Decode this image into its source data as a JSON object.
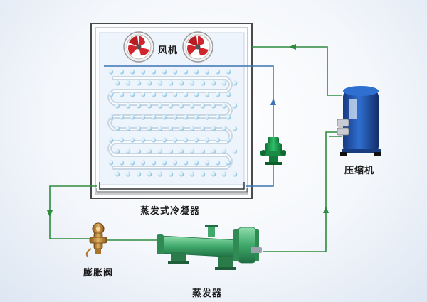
{
  "labels": {
    "fan": "风机",
    "condenser": "蒸发式冷凝器",
    "compressor": "压缩机",
    "expansion_valve": "膨胀阀",
    "evaporator": "蒸发器"
  },
  "colors": {
    "refrigerant_line": "#2e8b3e",
    "water_line": "#3a74b4",
    "fan_blade": "#d0252c",
    "compressor_body": "#1f4fa8",
    "pump_body": "#1e9a4a",
    "evaporator_body": "#3fa86a",
    "water_drop": "#9fd0ea"
  }
}
